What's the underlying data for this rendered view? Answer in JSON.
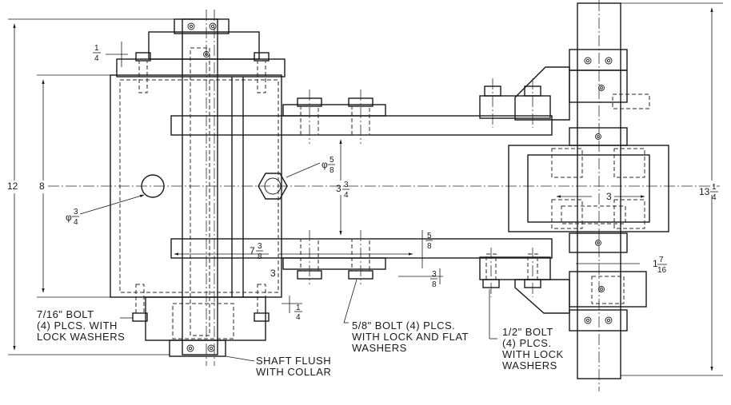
{
  "callouts": {
    "bolt_7_16": [
      "7/16\" BOLT",
      "(4) PLCS. WITH",
      "LOCK WASHERS"
    ],
    "shaft_flush": [
      "SHAFT FLUSH",
      "WITH COLLAR"
    ],
    "bolt_5_8": [
      "5/8\" BOLT (4) PLCS.",
      "WITH LOCK AND FLAT",
      "WASHERS"
    ],
    "bolt_1_2": [
      "1/2\" BOLT",
      "(4) PLCS.",
      "WITH LOCK",
      "WASHERS"
    ]
  },
  "dimensions": {
    "overall_height_left": "12",
    "block_height": "8",
    "right_height_whole": "13",
    "right_height_num": "1",
    "right_height_den": "4",
    "top_quarter_num": "1",
    "top_quarter_den": "4",
    "bottom_quarter_num": "1",
    "bottom_quarter_den": "4",
    "left_hole_prefix": "φ",
    "left_hole_num": "3",
    "left_hole_den": "4",
    "link_length_whole": "7",
    "link_length_num": "3",
    "link_length_den": "8",
    "gap_whole": "3",
    "gap_num": "3",
    "gap_den": "4",
    "center_hole_prefix": "φ",
    "center_hole_num": "5",
    "center_hole_den": "8",
    "link_thk_num": "5",
    "link_thk_den": "8",
    "plate_thk_num": "3",
    "plate_thk_den": "8",
    "bottom_three": "3",
    "right_center_width": "3",
    "right_offset_whole": "1",
    "right_offset_num": "7",
    "right_offset_den": "16"
  }
}
